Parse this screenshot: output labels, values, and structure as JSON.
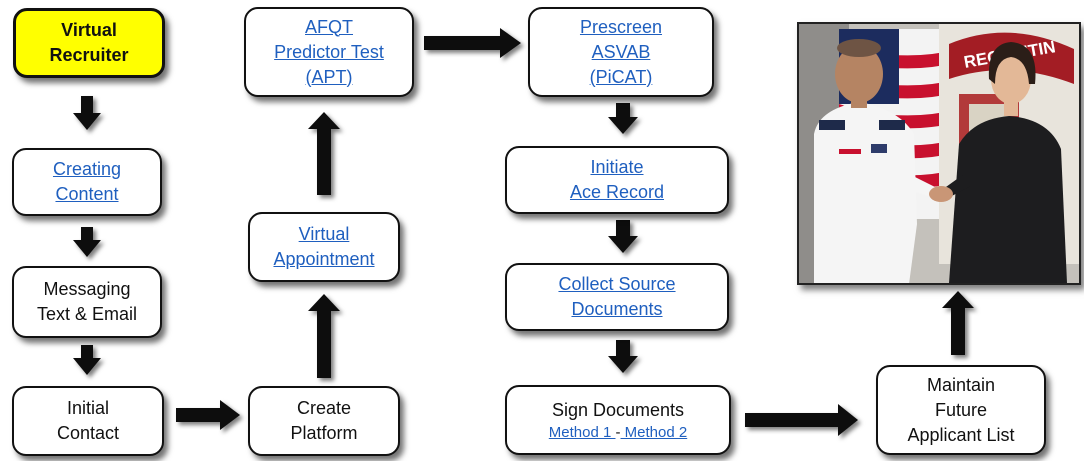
{
  "nodes": {
    "virtual_recruiter": [
      "Virtual",
      "Recruiter"
    ],
    "creating_content": [
      "Creating",
      "Content"
    ],
    "messaging": [
      "Messaging",
      "Text & Email"
    ],
    "initial_contact": [
      "Initial",
      "Contact"
    ],
    "create_platform": [
      "Create",
      "Platform"
    ],
    "virtual_appointment": [
      "Virtual",
      "Appointment"
    ],
    "afqt": [
      "AFQT",
      "Predictor Test",
      "(APT)"
    ],
    "prescreen": [
      "Prescreen",
      "ASVAB",
      "(PiCAT)"
    ],
    "initiate": [
      "Initiate",
      "Ace Record"
    ],
    "collect": [
      "Collect Source",
      "Documents"
    ],
    "sign": {
      "title": "Sign Documents",
      "method1": "Method 1 ",
      "sep": "-",
      "method2": " Method 2"
    },
    "maintain": [
      "Maintain",
      "Future",
      "Applicant List"
    ]
  },
  "photo": {
    "banner_text": "RECRUITIN"
  },
  "colors": {
    "link": "#1f5fbf",
    "highlight": "#ffff00",
    "arrow": "#111111"
  }
}
